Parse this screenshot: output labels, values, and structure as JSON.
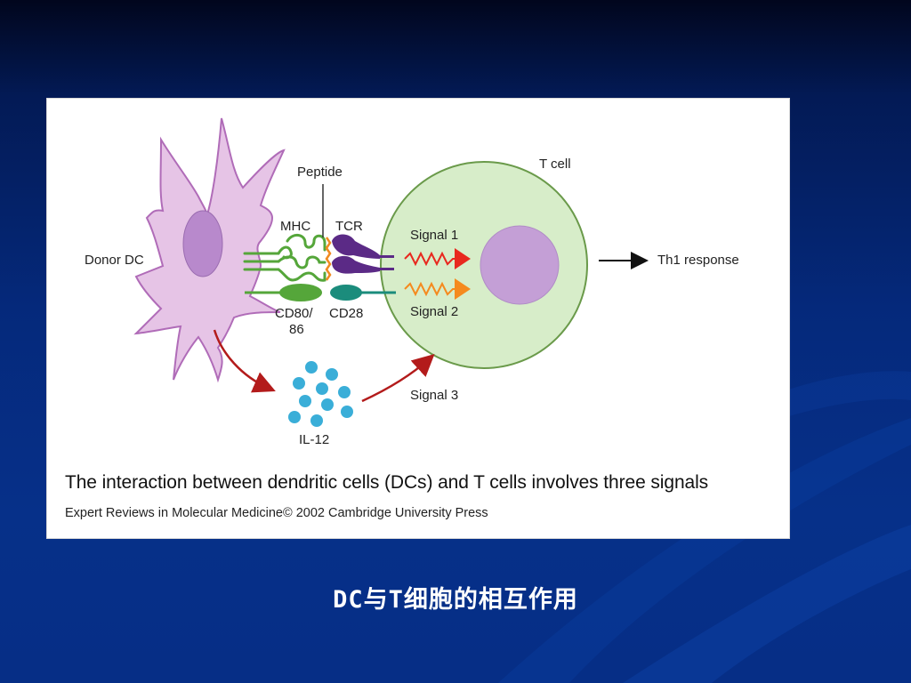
{
  "figure": {
    "labels": {
      "donor_dc": "Donor DC",
      "peptide": "Peptide",
      "mhc": "MHC",
      "tcr": "TCR",
      "t_cell": "T cell",
      "signal_1": "Signal 1",
      "signal_2": "Signal 2",
      "signal_3": "Signal 3",
      "cd80_86_line1": "CD80/",
      "cd80_86_line2": "86",
      "cd28": "CD28",
      "il12": "IL-12",
      "th1_response": "Th1 response"
    },
    "caption": "The interaction between dendritic cells (DCs) and T cells involves three signals",
    "credit": "Expert Reviews in Molecular Medicine© 2002 Cambridge University Press",
    "colors": {
      "dc_fill": "#e6c4e6",
      "dc_stroke": "#b06cb8",
      "dc_nucleus": "#b889cc",
      "t_cell_fill": "#d7edc9",
      "t_cell_stroke": "#6a9a4a",
      "t_nucleus": "#c49fd6",
      "mhc": "#55a63a",
      "peptide": "#f08a20",
      "tcr": "#5b2a86",
      "cd28": "#1b8c7c",
      "signal_1": "#e8281e",
      "signal_2": "#f58a1e",
      "signal_3_arrow": "#b31b1b",
      "il12": "#3aaed8"
    }
  },
  "slide": {
    "title": "DC与T细胞的相互作用"
  }
}
